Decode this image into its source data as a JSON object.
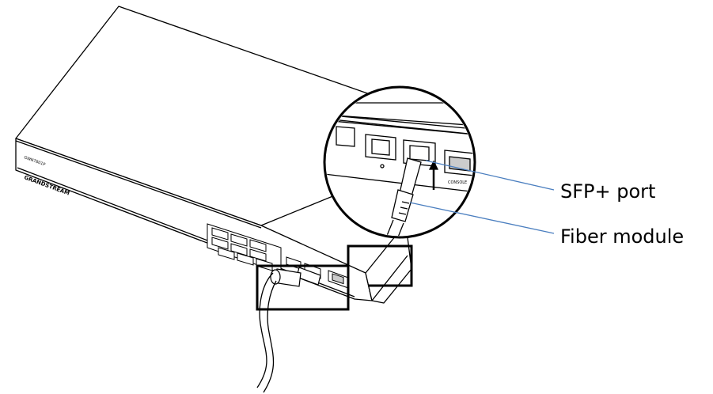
{
  "device": {
    "brand_text": "GRANDSTREAM",
    "model_text": "GWN7801P",
    "console_text": "CONSOLE"
  },
  "callouts": [
    {
      "id": "sfp-port",
      "label": "SFP+ port"
    },
    {
      "id": "fiber-module",
      "label": "Fiber module"
    }
  ],
  "colors": {
    "line_art": "#000000",
    "callout_line": "#4a7ebf",
    "background": "#ffffff"
  },
  "icons": [
    "network-switch-drawing",
    "magnifier-circle",
    "fiber-cable",
    "fiber-module",
    "sfp-port"
  ]
}
